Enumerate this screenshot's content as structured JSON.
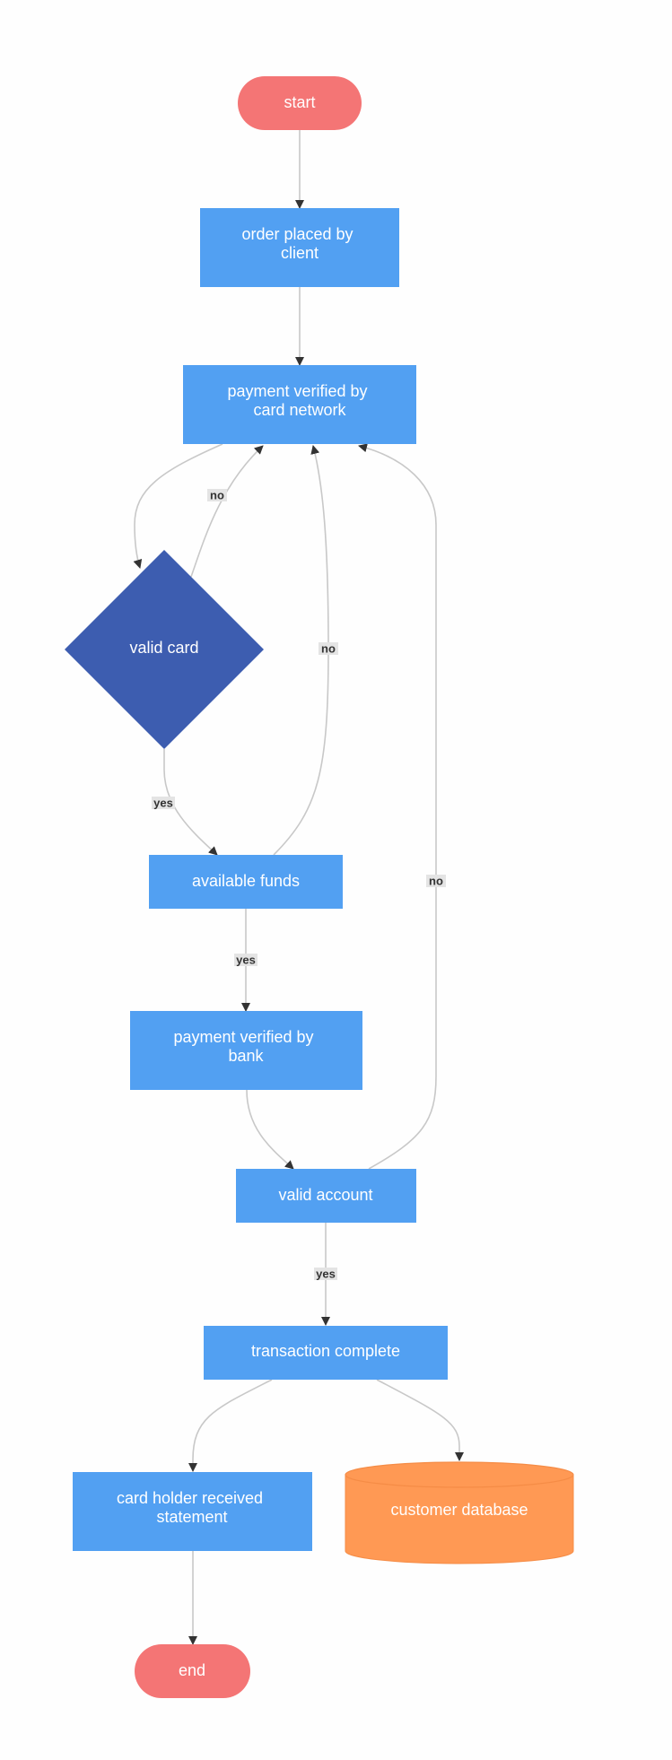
{
  "colors": {
    "terminal": "#f47575",
    "process": "#52a0f2",
    "decision": "#3d5db0",
    "database": "#ff9954",
    "database_edge": "#f58c46",
    "edge": "#c8c8c8",
    "arrow": "#333333"
  },
  "nodes": {
    "start": "start",
    "order_placed": [
      "order placed by",
      "client"
    ],
    "payment_card_network": [
      "payment verified by",
      "card network"
    ],
    "valid_card": "valid card",
    "available_funds": "available funds",
    "payment_bank": [
      "payment verified by",
      "bank"
    ],
    "valid_account": "valid account",
    "transaction_complete": "transaction complete",
    "card_holder_statement": [
      "card holder received",
      "statement"
    ],
    "customer_database": "customer database",
    "end": "end"
  },
  "edge_labels": {
    "valid_card_no": "no",
    "valid_card_yes": "yes",
    "funds_no": "no",
    "funds_yes": "yes",
    "account_no": "no",
    "account_yes": "yes"
  }
}
